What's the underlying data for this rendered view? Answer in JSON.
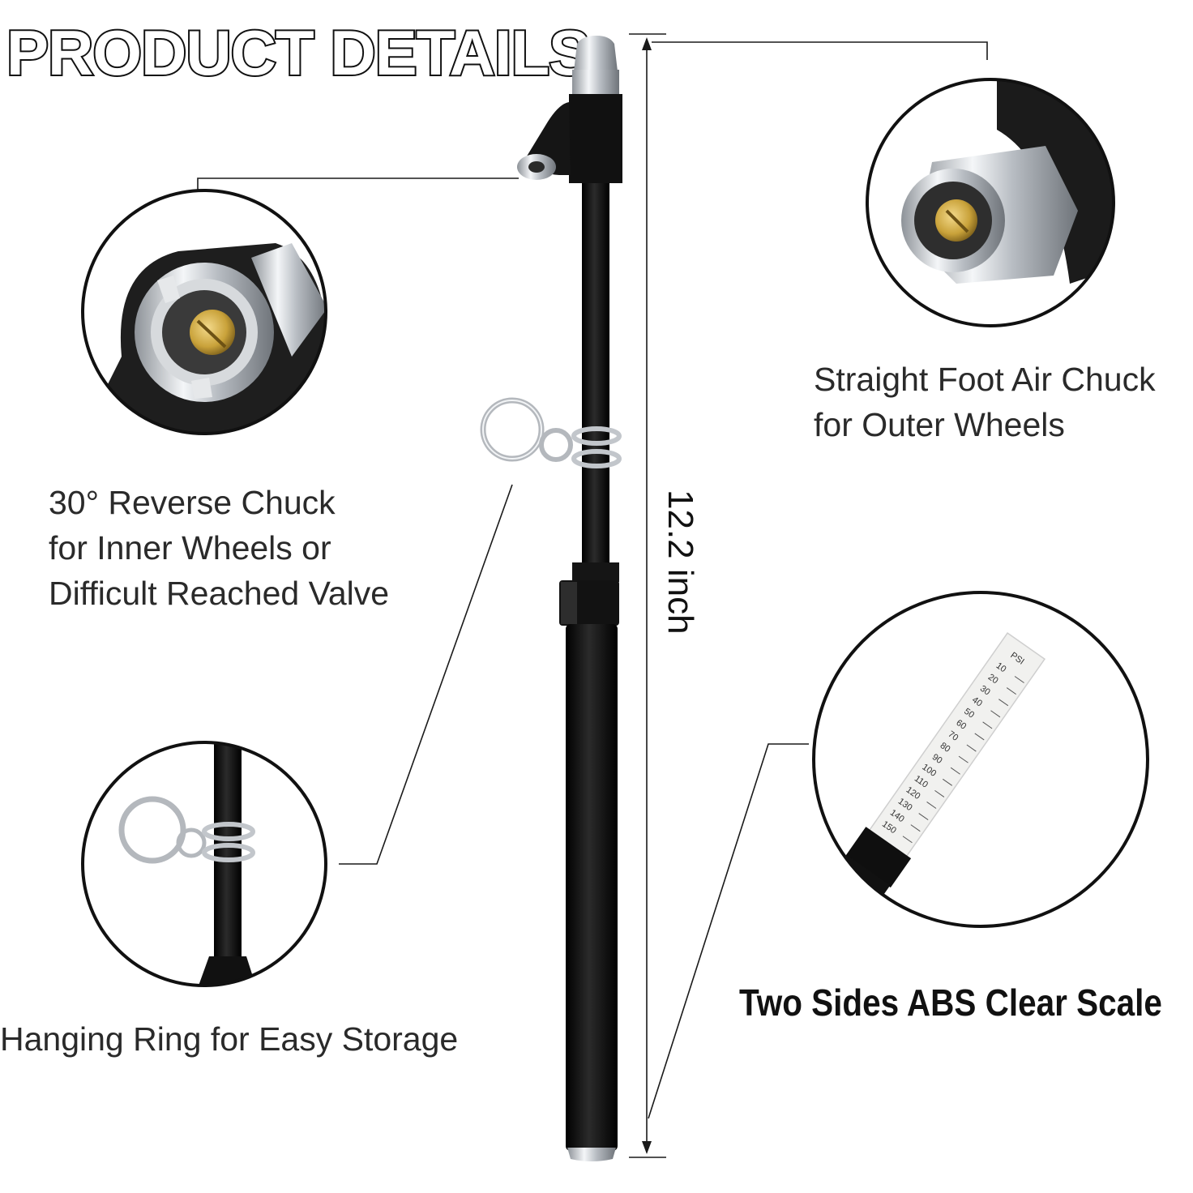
{
  "title": "PRODUCT DETAILS",
  "dimension": "12.2 inch",
  "features": {
    "reverse_chuck": [
      "30° Reverse Chuck",
      "for Inner Wheels or",
      "Difficult Reached Valve"
    ],
    "straight_chuck": [
      "Straight Foot Air Chuck",
      "for Outer Wheels"
    ],
    "hanging_ring": "Hanging Ring for Easy Storage",
    "scale": "Two Sides ABS Clear Scale"
  },
  "scale_ticks": [
    "150",
    "140",
    "130",
    "120",
    "110",
    "100",
    "90",
    "80",
    "70",
    "60",
    "50",
    "40",
    "30",
    "20",
    "10"
  ],
  "scale_unit": "PSI",
  "colors": {
    "body": "#0d0d0d",
    "chrome": "#c9cdd2",
    "brass": "#c9a23a",
    "line": "#1a1a1a"
  }
}
